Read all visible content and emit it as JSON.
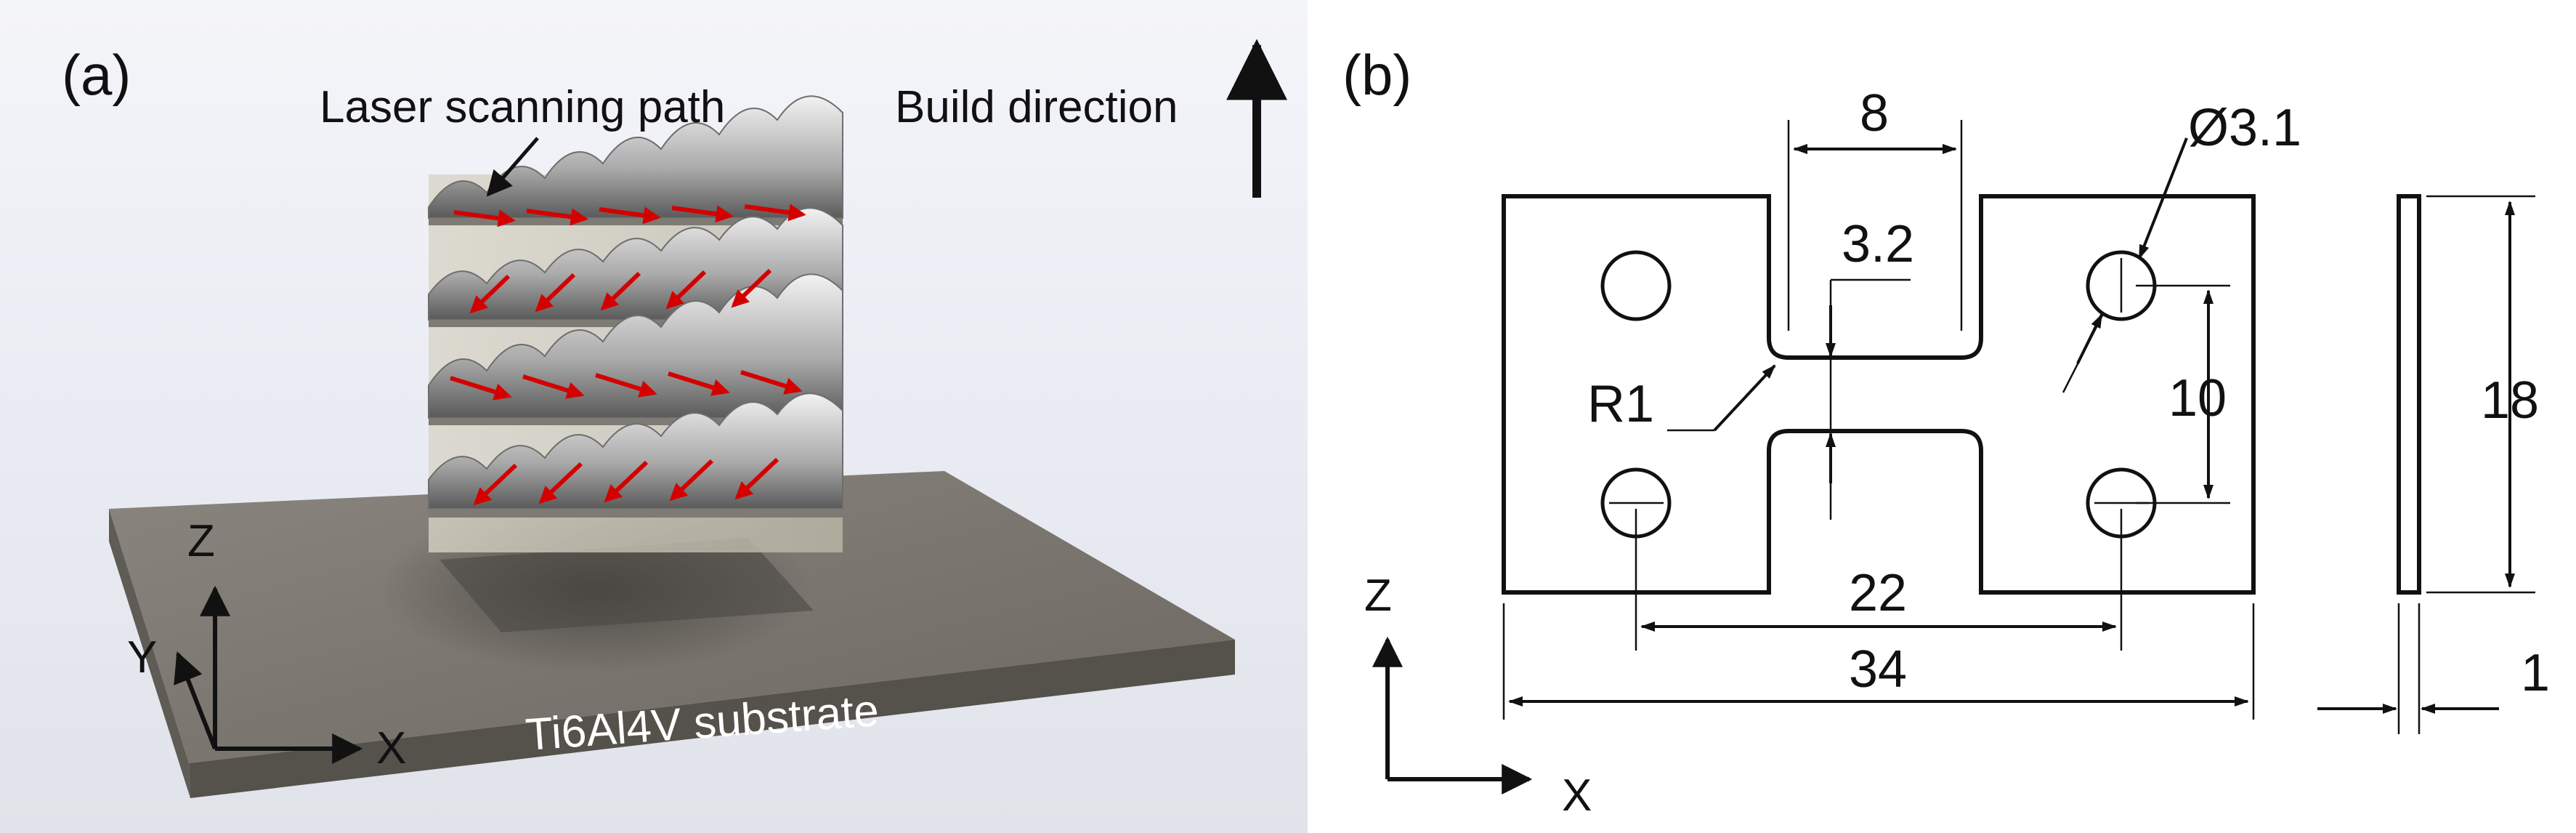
{
  "panel_a": {
    "label": "(a)",
    "laser_label": "Laser scanning path",
    "build_label": "Build direction",
    "substrate_label": "Ti6Al4V substrate",
    "axes": {
      "z": "Z",
      "y": "Y",
      "x": "X"
    }
  },
  "panel_b": {
    "label": "(b)",
    "dims": {
      "gauge_width": "8",
      "gauge_thickness": "3.2",
      "hole_diameter": "Ø3.1",
      "fillet_radius": "R1",
      "hole_vertical_spacing": "10",
      "height": "18",
      "hole_horizontal_spacing": "22",
      "length": "34",
      "thickness": "1"
    },
    "axes": {
      "z": "Z",
      "x": "X"
    }
  },
  "colors": {
    "scan_arrow": "#d40000",
    "substrate": "#77726b",
    "block": "#c9c5b5"
  }
}
